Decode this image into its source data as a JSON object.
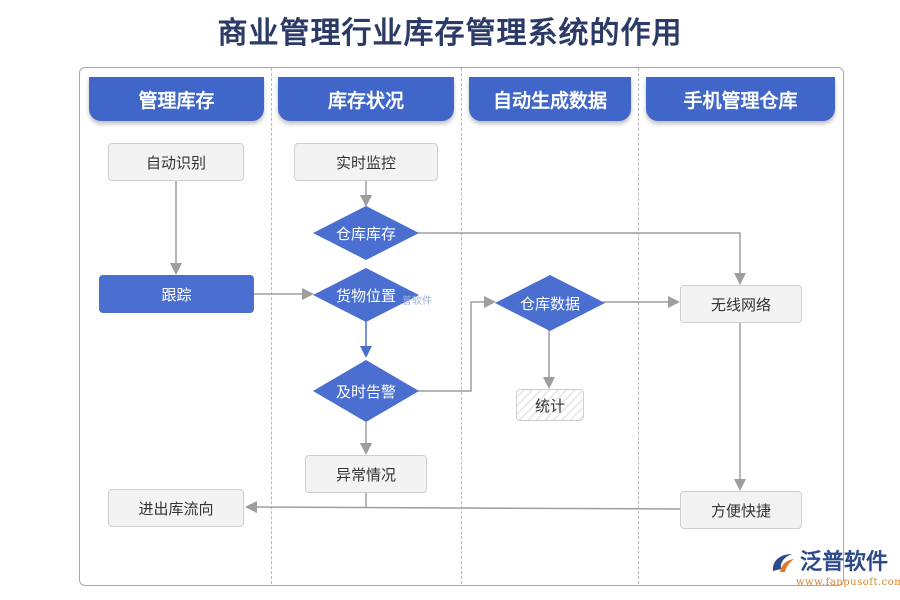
{
  "title": "商业管理行业库存管理系统的作用",
  "lanes": [
    "管理库存",
    "库存状况",
    "自动生成数据",
    "手机管理仓库"
  ],
  "nodes": {
    "auto_identify": "自动识别",
    "track": "跟踪",
    "in_out_flow": "进出库流向",
    "realtime_monitor": "实时监控",
    "warehouse_stock": "仓库库存",
    "goods_location": "货物位置",
    "timely_alert": "及时告警",
    "abnormal": "异常情况",
    "warehouse_data": "仓库数据",
    "statistics": "统计",
    "wireless": "无线网络",
    "convenient": "方便快捷"
  },
  "watermark": {
    "brand": "泛普软件",
    "url": "www.fanpusoft.com",
    "ghost": "普软件"
  },
  "colors": {
    "lane_header": "#3f66c8",
    "node_blue": "#4a6fd0",
    "title": "#2b3a66",
    "arrow": "#9e9e9e"
  }
}
